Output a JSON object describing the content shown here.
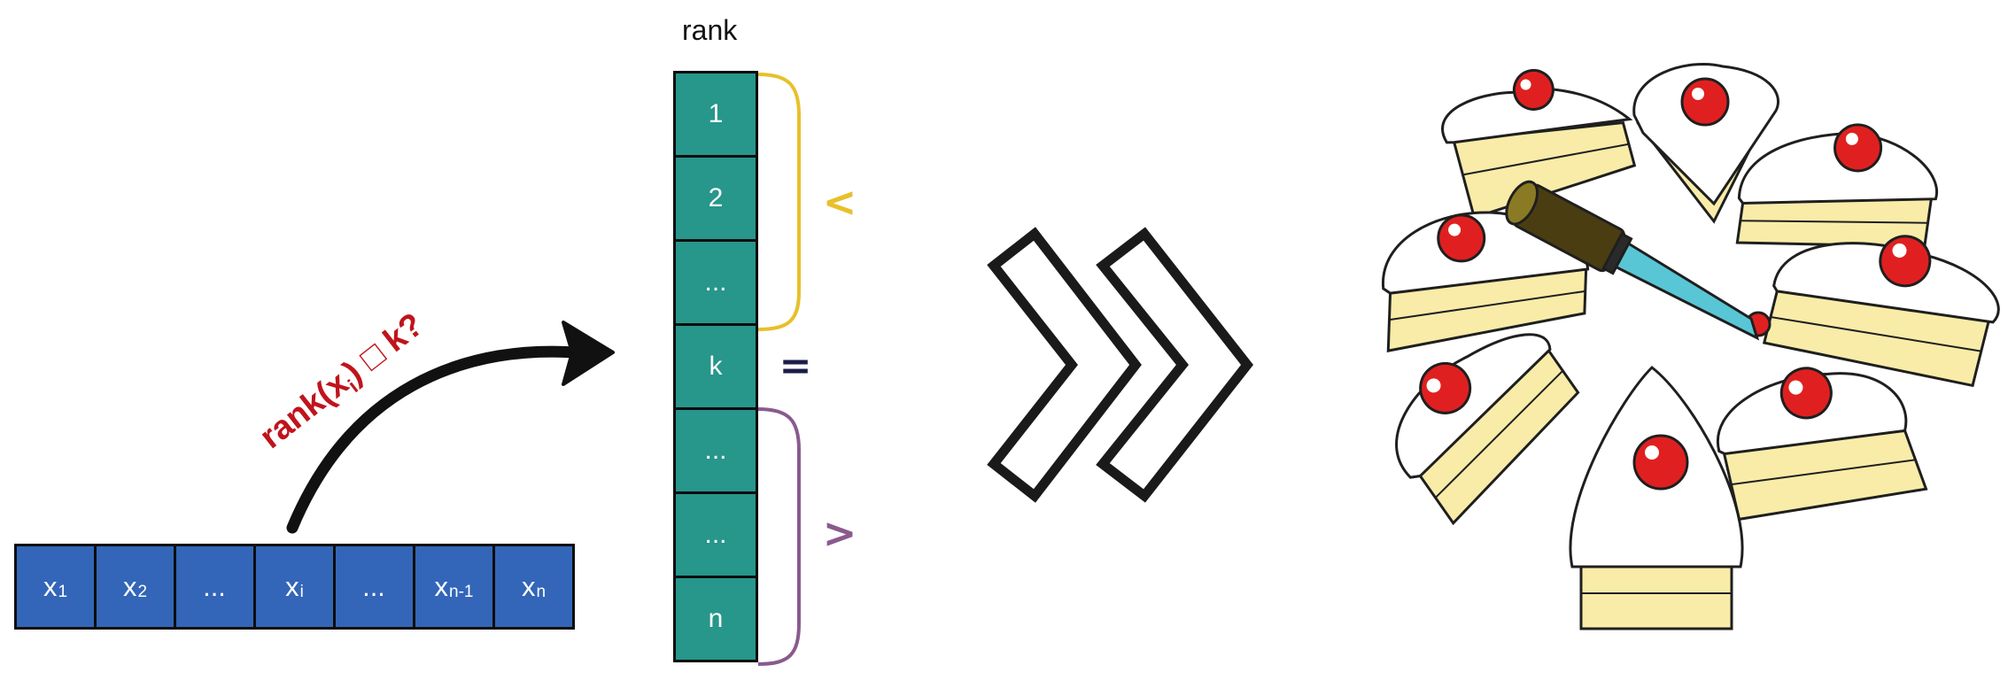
{
  "array": {
    "cells": [
      {
        "base": "x",
        "sub": "1"
      },
      {
        "base": "x",
        "sub": "2"
      },
      {
        "base": "...",
        "sub": ""
      },
      {
        "base": "x",
        "sub": "i"
      },
      {
        "base": "...",
        "sub": ""
      },
      {
        "base": "x",
        "sub": "n-1"
      },
      {
        "base": "x",
        "sub": "n"
      }
    ]
  },
  "query": {
    "prefix": "rank(x",
    "sub": "i",
    "suffix": ") □ k?"
  },
  "rank": {
    "title": "rank",
    "cells": [
      "1",
      "2",
      "...",
      "k",
      "...",
      "...",
      "n"
    ]
  },
  "comparators": {
    "less": "<",
    "equal": "=",
    "greater": ">"
  },
  "colors": {
    "array_fill": "#3366b8",
    "rank_fill": "#27968b",
    "less_bracket": "#e8c02a",
    "greater_bracket": "#8a5a8f",
    "query_text": "#c0141c",
    "equal_sign": "#1c1c4a"
  },
  "icons": [
    "curved-arrow-icon",
    "double-chevron-arrow-icon",
    "cake-slices-illustration",
    "knife-icon"
  ]
}
